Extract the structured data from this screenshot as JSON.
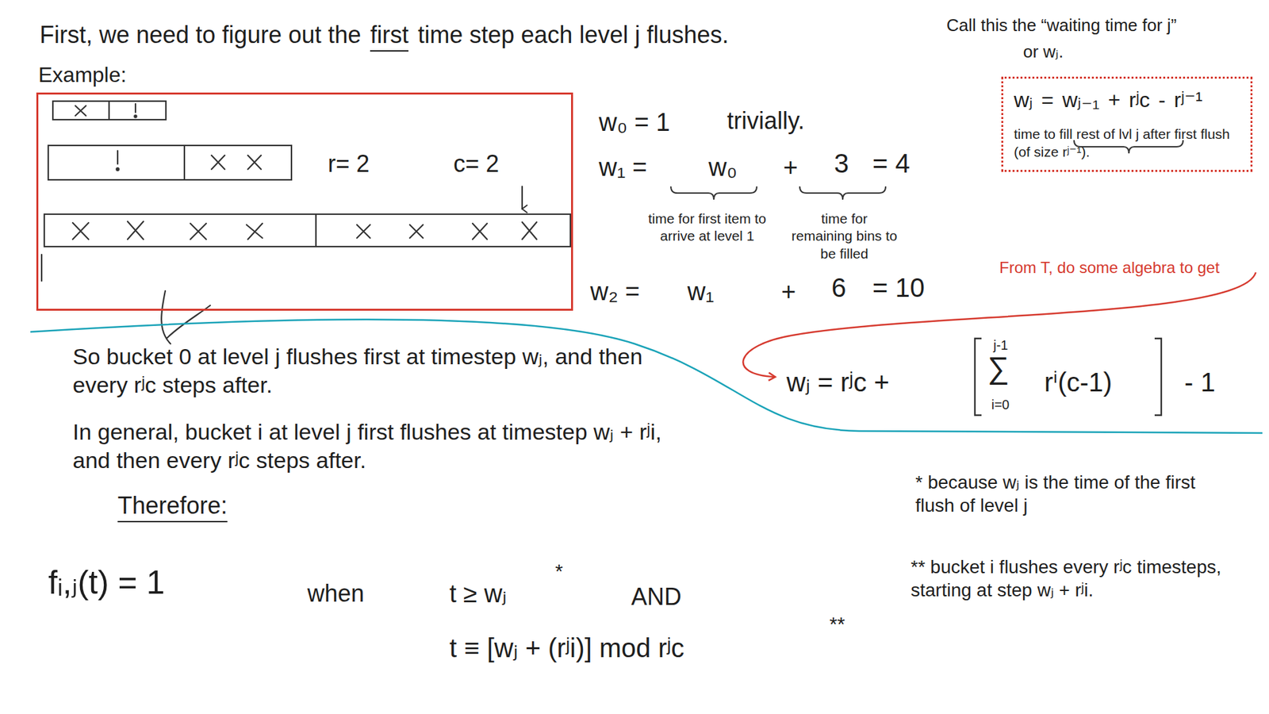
{
  "diagram": {
    "nodes": [
      {
        "text": [
          "Example:",
          "r= 2",
          "c= 2"
        ]
      },
      {
        "text": [
          "wⱼ = wⱼ₋₁ + rʲc - rʲ⁻¹",
          "time to fill rest of lvl j after first flush (of size rʲ⁻¹)."
        ]
      }
    ],
    "labels": [
      "First, we need to figure out the",
      "first",
      "time step each level j flushes.",
      "Call this the “waiting time for j”",
      "or wⱼ.",
      "w₀ = 1",
      "trivially.",
      "w₁ =",
      "w₀",
      "+",
      "3",
      "= 4",
      "time for first item to arrive at level 1",
      "time for remaining bins to be filled",
      "w₂ =",
      "w₁",
      "+",
      "6",
      "= 10",
      "From T, do some algebra to get",
      "wⱼ = rʲc +",
      "j-1",
      "∑",
      "i=0",
      "rⁱ(c-1)",
      "- 1",
      "So bucket 0 at level j flushes first at timestep wⱼ, and then every rʲc steps after.",
      "In general, bucket i at level j first flushes at timestep wⱼ + rʲi, and then every rʲc steps after.",
      "Therefore:",
      "fᵢ,ⱼ(t) = 1",
      "when",
      "t ≥ wⱼ",
      "*",
      "AND",
      "t ≡ [wⱼ + (rʲi)] mod rʲc",
      "**",
      "* because wⱼ is the time of the first flush of level j",
      "** bucket i flushes every rʲc timesteps, starting at step wⱼ + rʲi."
    ]
  }
}
